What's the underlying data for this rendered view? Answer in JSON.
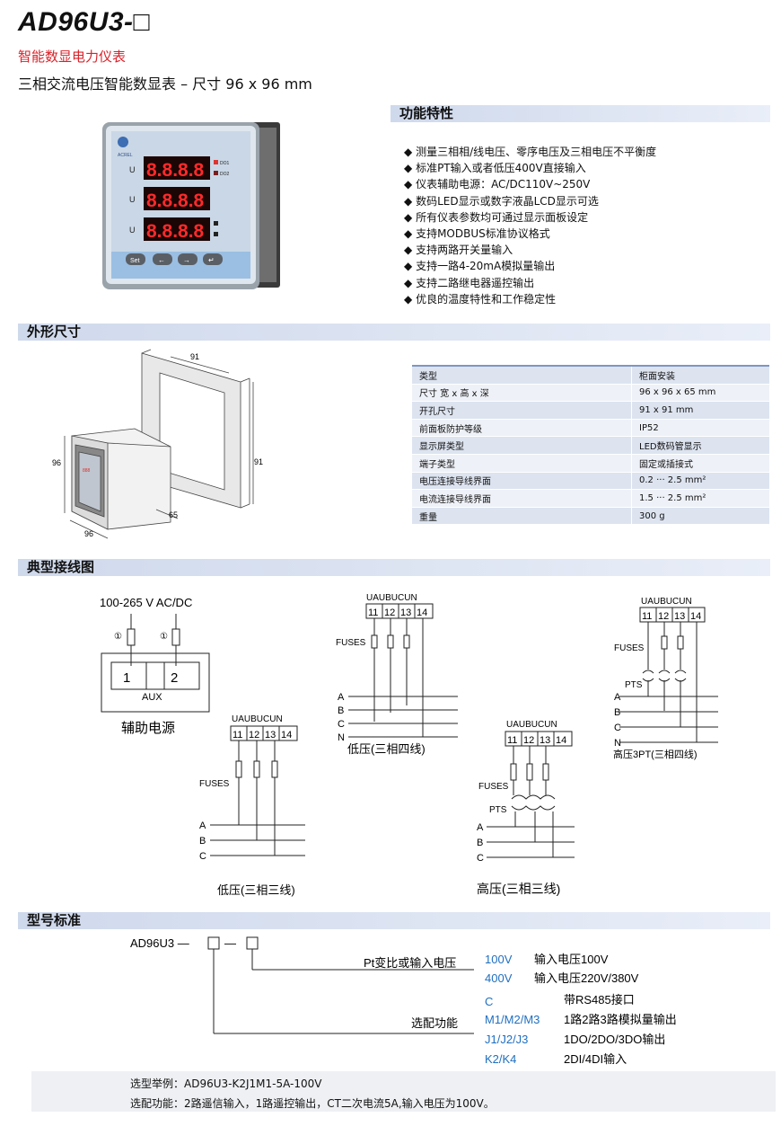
{
  "header": {
    "title": "AD96U3-□",
    "subtitle_red": "智能数显电力仪表",
    "subtitle_main": "三相交流电压智能数显表 – 尺寸 96 x 96 mm"
  },
  "sections": {
    "features": "功能特性",
    "dimensions": "外形尺寸",
    "wiring": "典型接线图",
    "model": "型号标准"
  },
  "product": {
    "brand": "ACREL",
    "rows": [
      {
        "label": "U",
        "digits": "8.8.8.8",
        "ind1": "DO1",
        "ind2": "DO2"
      },
      {
        "label": "U",
        "digits": "8.8.8.8",
        "ind1": "",
        "ind2": ""
      },
      {
        "label": "U",
        "digits": "8.8.8.8",
        "ind1": "",
        "ind2": ""
      }
    ],
    "buttons": [
      "Set",
      "←",
      "→",
      "↵"
    ]
  },
  "features": [
    "测量三相相/线电压、零序电压及三相电压不平衡度",
    "标准PT输入或者低压400V直接输入",
    "仪表辅助电源：AC/DC110V~250V",
    "数码LED显示或数字液晶LCD显示可选",
    "所有仪表参数均可通过显示面板设定",
    "支持MODBUS标准协议格式",
    "支持两路开关量输入",
    "支持一路4-20mA模拟量输出",
    "支持二路继电器遥控输出",
    "优良的温度特性和工作稳定性"
  ],
  "bullet": "◆",
  "dimension_labels": {
    "cutout_top": "91",
    "cutout_side": "91",
    "height": "96",
    "width": "96",
    "depth": "65"
  },
  "spec_table": [
    {
      "k": "类型",
      "v": "柜面安装"
    },
    {
      "k": "尺寸 宽 x 高 x 深",
      "v": "96 x 96 x 65 mm"
    },
    {
      "k": "开孔尺寸",
      "v": "91 x 91 mm"
    },
    {
      "k": "前面板防护等级",
      "v": "IP52"
    },
    {
      "k": "显示屏类型",
      "v": "LED数码管显示"
    },
    {
      "k": "端子类型",
      "v": "固定或插接式"
    },
    {
      "k": "电压连接导线界面",
      "v": "0.2 ··· 2.5 mm²"
    },
    {
      "k": "电流连接导线界面",
      "v": "1.5 ··· 2.5 mm²"
    },
    {
      "k": "重量",
      "v": "300 g"
    }
  ],
  "wiring": {
    "aux_voltage": "100-265 V  AC/DC",
    "aux_terminals": [
      "1",
      "2"
    ],
    "aux_label": "AUX",
    "aux_caption": "辅助电源",
    "fuse_mark": "①",
    "terminal_headers": "UAUBUCUN",
    "terminals4": [
      "11",
      "12",
      "13",
      "14"
    ],
    "fuses": "FUSES",
    "pts": "PTS",
    "lines4": [
      "A",
      "B",
      "C",
      "N"
    ],
    "lines3": [
      "A",
      "B",
      "C"
    ],
    "cap_lv_3p4w": "低压(三相四线)",
    "cap_lv_3p3w": "低压(三相三线)",
    "cap_hv_3p3w": "高压(三相三线)",
    "cap_hv_3pt": "高压3PT(三相四线)"
  },
  "model": {
    "code": "AD96U3 —",
    "dash": "—",
    "pt_label": "Pt变比或输入电压",
    "opt_label": "选配功能",
    "pt_options": [
      {
        "code": "100V",
        "desc": "输入电压100V"
      },
      {
        "code": "400V",
        "desc": "输入电压220V/380V"
      }
    ],
    "opt_options": [
      {
        "code": "C",
        "desc": "带RS485接口"
      },
      {
        "code": "M1/M2/M3",
        "desc": "1路2路3路模拟量输出"
      },
      {
        "code": "J1/J2/J3",
        "desc": "1DO/2DO/3DO输出"
      },
      {
        "code": "K2/K4",
        "desc": "2DI/4DI输入"
      }
    ],
    "code_color": "#1f6fc0"
  },
  "example": {
    "line1": "选型举例：AD96U3-K2J1M1-5A-100V",
    "line2": "选配功能：2路遥信输入，1路遥控输出，CT二次电流5A,输入电压为100V。"
  }
}
